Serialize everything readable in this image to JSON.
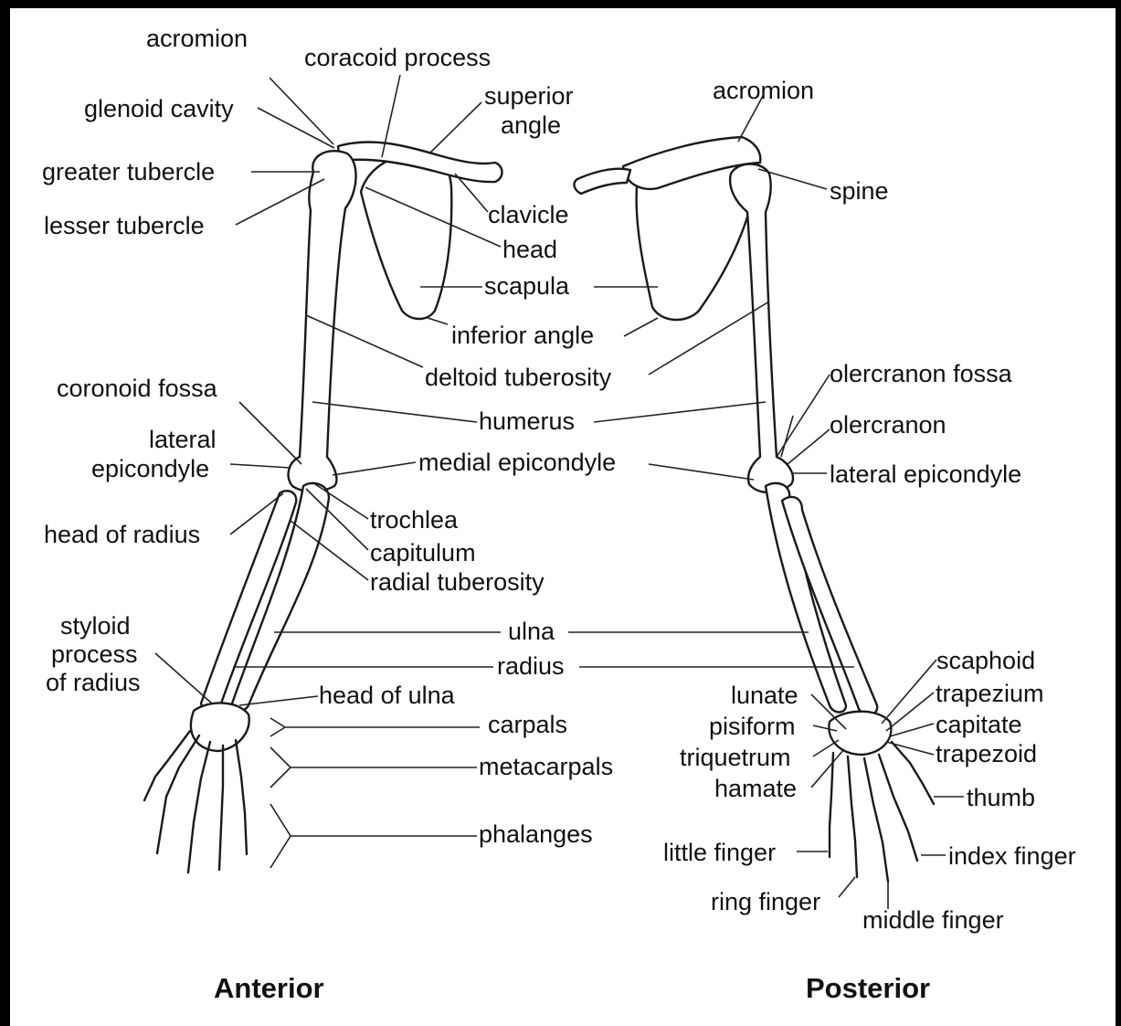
{
  "captions": {
    "anterior": "Anterior",
    "posterior": "Posterior"
  },
  "labels": {
    "acromion_ant": "acromion",
    "coracoid_process": "coracoid process",
    "superior_angle_1": "superior",
    "superior_angle_2": "angle",
    "glenoid_cavity": "glenoid cavity",
    "greater_tubercle": "greater tubercle",
    "lesser_tubercle": "lesser tubercle",
    "clavicle": "clavicle",
    "head": "head",
    "scapula": "scapula",
    "inferior_angle": "inferior angle",
    "deltoid_tuberosity": "deltoid tuberosity",
    "coronoid_fossa": "coronoid fossa",
    "humerus": "humerus",
    "lateral_epicondyle_ant_1": "lateral",
    "lateral_epicondyle_ant_2": "epicondyle",
    "medial_epicondyle": "medial epicondyle",
    "head_of_radius": "head of radius",
    "trochlea": "trochlea",
    "capitulum": "capitulum",
    "radial_tuberosity": "radial tuberosity",
    "styloid_1": "styloid",
    "styloid_2": "process",
    "styloid_3": "of radius",
    "ulna": "ulna",
    "radius": "radius",
    "head_of_ulna": "head of ulna",
    "carpals": "carpals",
    "metacarpals": "metacarpals",
    "phalanges": "phalanges",
    "acromion_post": "acromion",
    "spine": "spine",
    "olecranon_fossa": "olercranon fossa",
    "olecranon": "olercranon",
    "lateral_epicondyle_post": "lateral epicondyle",
    "scaphoid": "scaphoid",
    "lunate": "lunate",
    "trapezium": "trapezium",
    "pisiform": "pisiform",
    "capitate": "capitate",
    "triquetrum": "triquetrum",
    "trapezoid": "trapezoid",
    "hamate": "hamate",
    "thumb": "thumb",
    "little_finger": "little finger",
    "index_finger": "index finger",
    "ring_finger": "ring finger",
    "middle_finger": "middle finger"
  }
}
